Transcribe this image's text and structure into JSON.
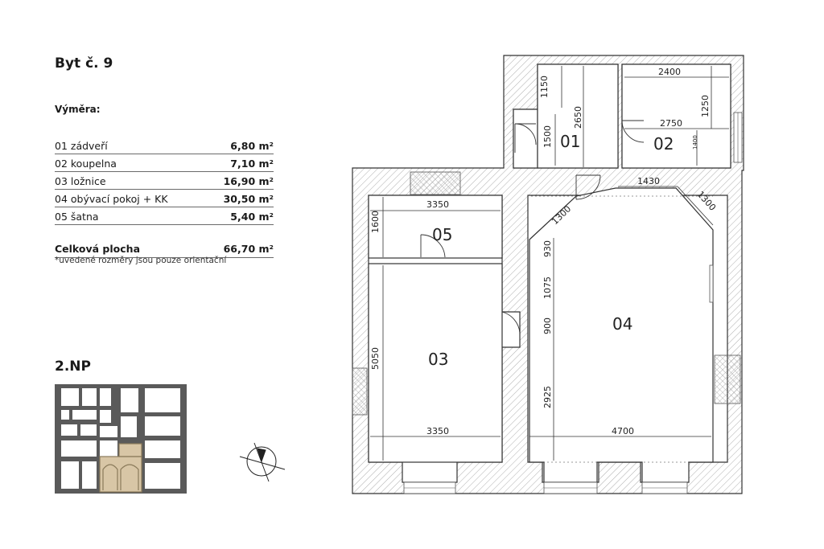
{
  "title": "Byt č. 9",
  "vymera_label": "Výměra:",
  "rooms": [
    {
      "name": "01 zádveří",
      "area": "6,80 m²"
    },
    {
      "name": "02 koupelna",
      "area": "7,10 m²"
    },
    {
      "name": "03 ložnice",
      "area": "16,90 m²"
    },
    {
      "name": "04 obývací pokoj + KK",
      "area": "30,50 m²"
    },
    {
      "name": "05 šatna",
      "area": "5,40 m²"
    }
  ],
  "total": {
    "label": "Celková plocha",
    "area": "66,70 m²"
  },
  "note": "*uvedené rozměry jsou pouze orientační",
  "floor": "2.NP",
  "plan": {
    "room_labels": {
      "r01": "01",
      "r02": "02",
      "r03": "03",
      "r04": "04",
      "r05": "05"
    },
    "dims": {
      "d1150": "1150",
      "d2650": "2650",
      "d1500": "1500",
      "d2400": "2400",
      "d1250": "1250",
      "d2750": "2750",
      "d1400": "1400",
      "d1430": "1430",
      "d1300a": "1300",
      "d1300b": "1300",
      "d3350top": "3350",
      "d1600": "1600",
      "d930": "930",
      "d1075": "1075",
      "d900": "900",
      "d2925": "2925",
      "d5050": "5050",
      "d3350bot": "3350",
      "d4700": "4700"
    }
  },
  "colors": {
    "wall_hatch": "#8a8a8a",
    "key_plan_wall": "#5a5a5a",
    "key_plan_highlight": "#d8c6a6"
  }
}
